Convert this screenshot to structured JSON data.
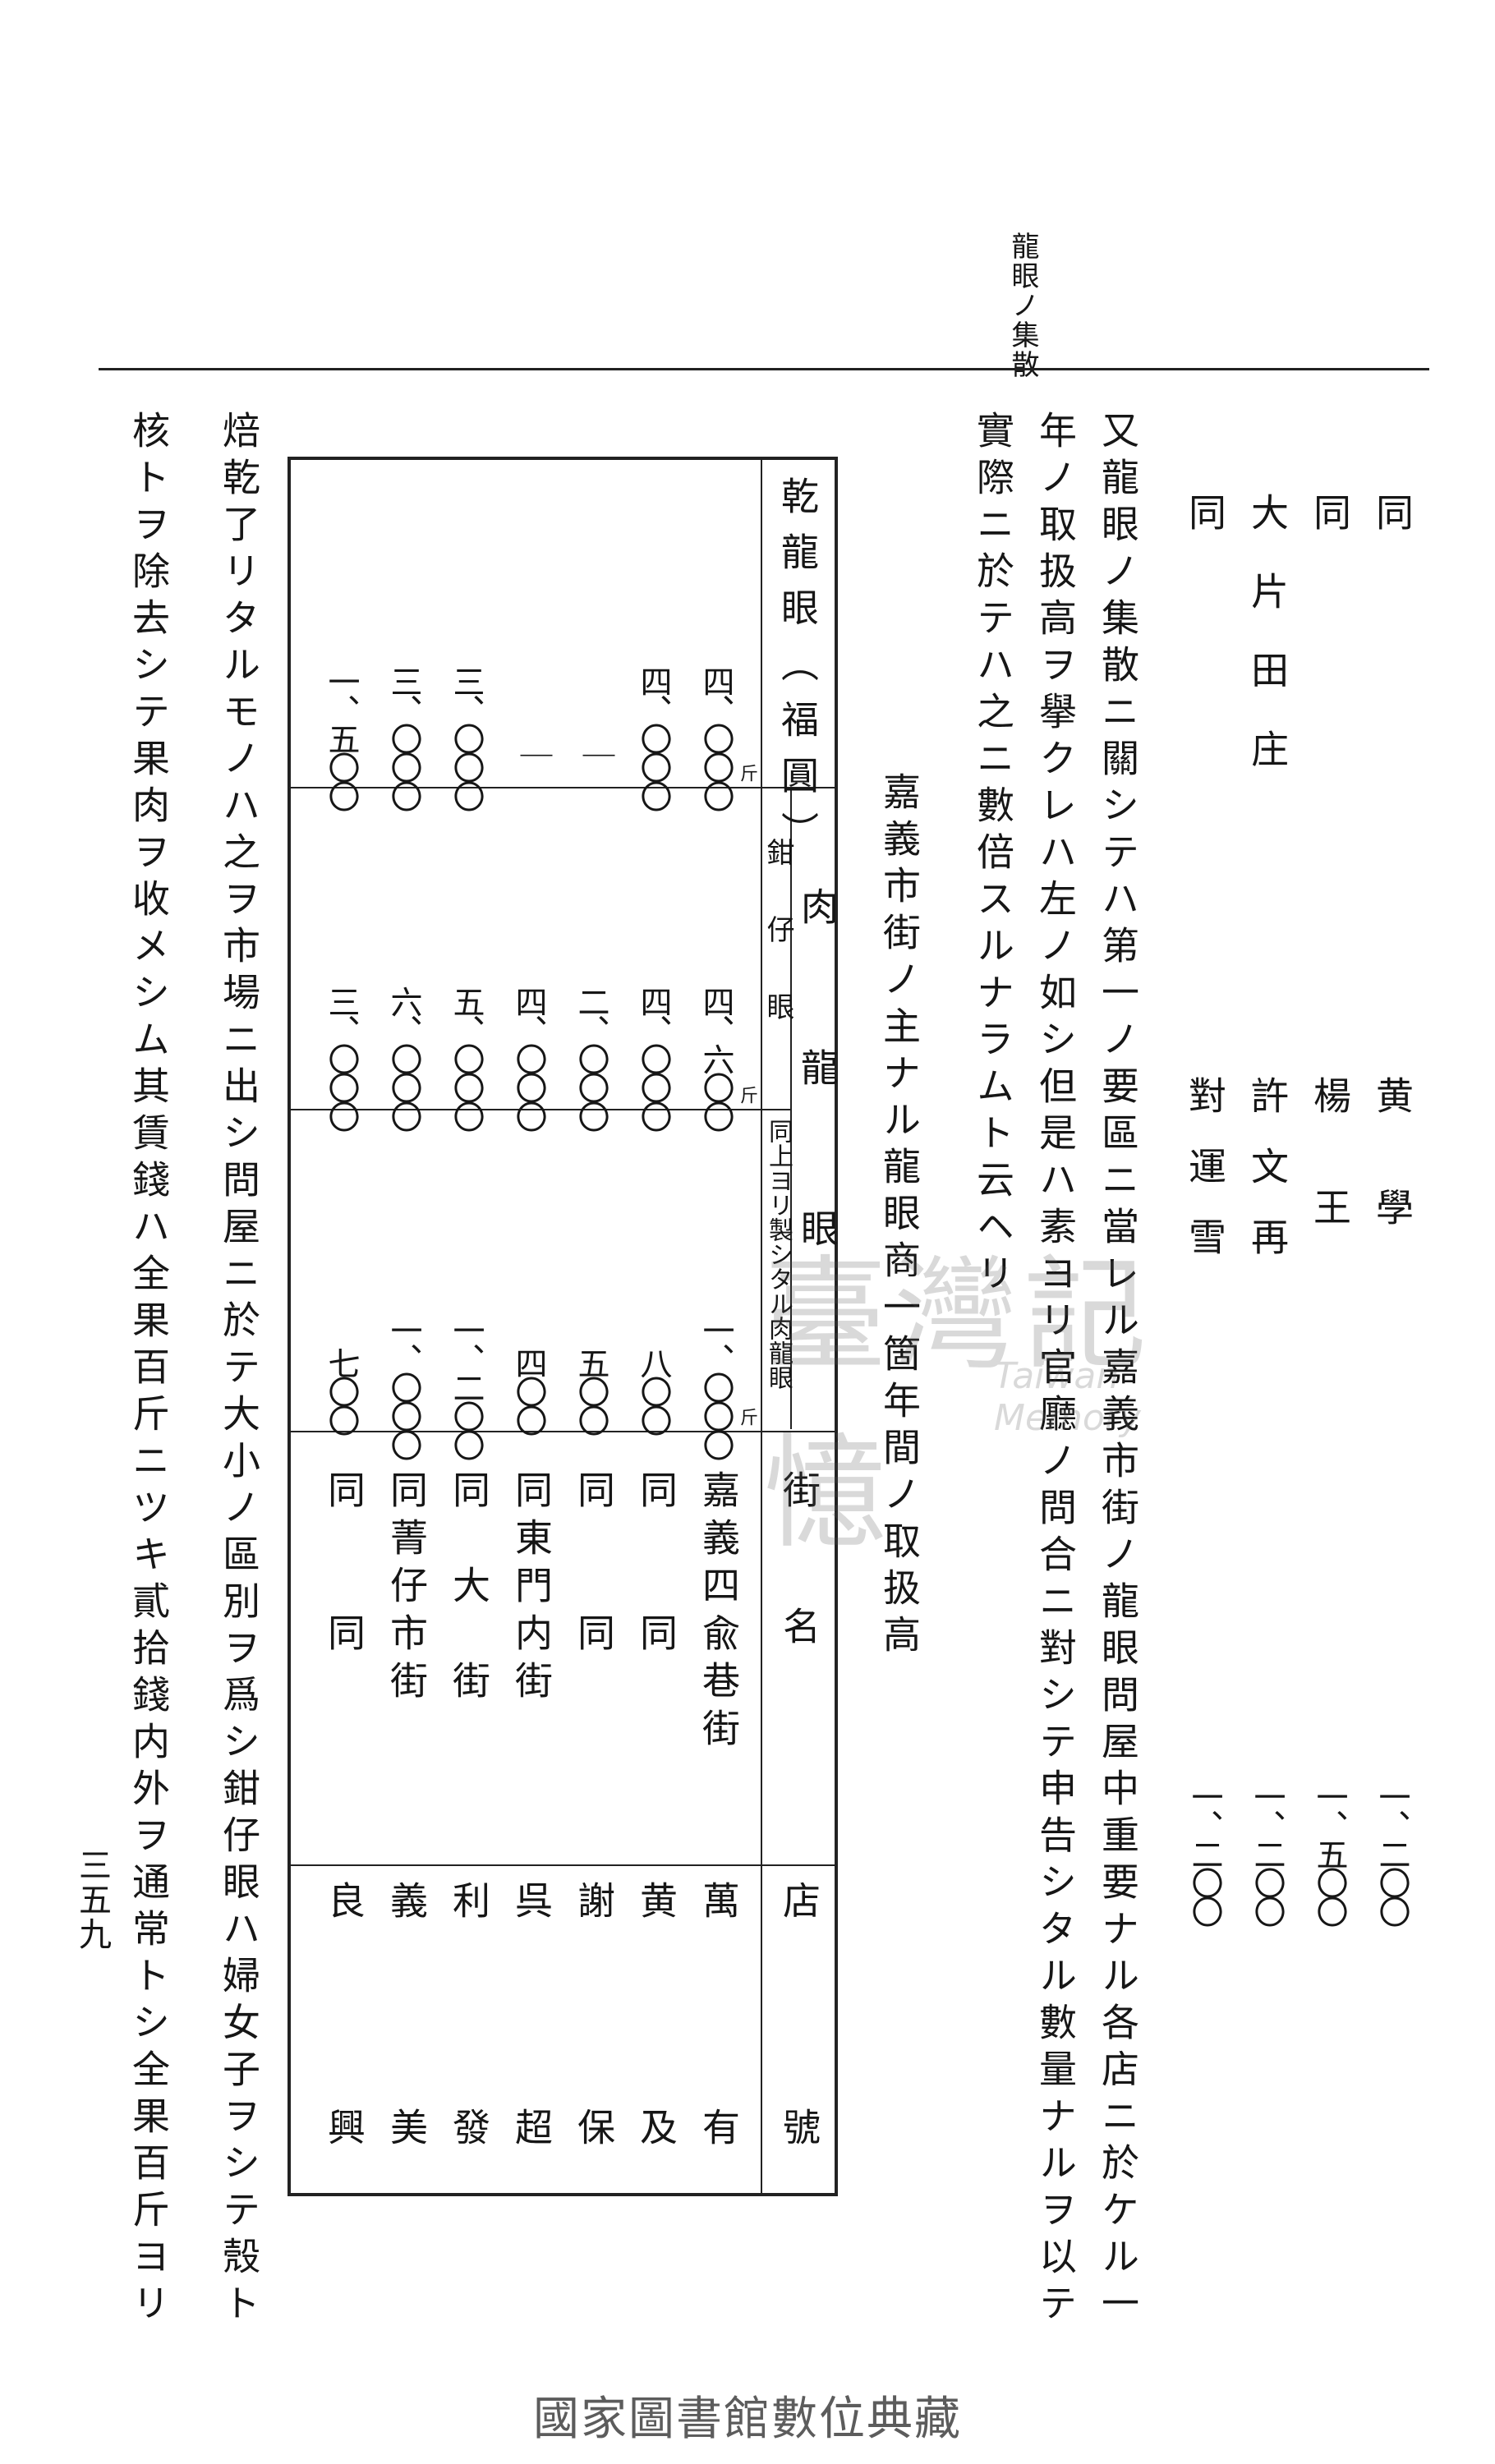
{
  "header": {
    "running_head": "龍眼ノ集散"
  },
  "top_list": [
    {
      "street": "同",
      "shop": "黄　學",
      "value": "一、二〇〇"
    },
    {
      "street": "同",
      "shop": "楊　王",
      "value": "一、五〇〇"
    },
    {
      "street": "大片田庄",
      "shop": "許文再",
      "value": "一、二〇〇"
    },
    {
      "street": "同",
      "shop": "對運雪",
      "value": "一、二〇〇"
    }
  ],
  "paragraph_lines": [
    "又龍眼ノ集散ニ關シテハ第一ノ要區ニ當レル嘉義市街ノ龍眼問屋中重要ナル各店ニ於ケル一",
    "年ノ取扱高ヲ擧クレハ左ノ如シ但是ハ素ヨリ官廳ノ問合ニ對シテ申告シタル數量ナルヲ以テ",
    "實際ニ於テハ之ニ數倍スルナラムト云ヘリ"
  ],
  "table_caption": "嘉義市街ノ主ナル龍眼商一箇年間ノ取扱高",
  "table": {
    "headers": {
      "dried": "乾龍眼（福圓）",
      "flesh_group": "肉龍眼",
      "kanezai": "鉗仔眼",
      "flesh_made": "同上ヨリ製シタル肉龍眼",
      "street": "街名",
      "shop": "店號",
      "unit": "斤"
    },
    "rows": [
      {
        "dried": "四、〇〇〇",
        "kanezai": "四、六〇〇",
        "flesh": "一、〇〇〇",
        "street": "嘉義四兪巷街",
        "shop": "萬有"
      },
      {
        "dried": "四、〇〇〇",
        "kanezai": "四、〇〇〇",
        "flesh": "八〇〇",
        "street": "同　　同",
        "shop": "黄及"
      },
      {
        "dried": "｜",
        "kanezai": "二、〇〇〇",
        "flesh": "五〇〇",
        "street": "同　　同",
        "shop": "謝保"
      },
      {
        "dried": "｜",
        "kanezai": "四、〇〇〇",
        "flesh": "四〇〇",
        "street": "同東門内街",
        "shop": "呉超"
      },
      {
        "dried": "三、〇〇〇",
        "kanezai": "五、〇〇〇",
        "flesh": "一、二〇〇",
        "street": "同　大　街",
        "shop": "利發"
      },
      {
        "dried": "三、〇〇〇",
        "kanezai": "六、〇〇〇",
        "flesh": "一、〇〇〇",
        "street": "同菁仔市街",
        "shop": "義美"
      },
      {
        "dried": "一、五〇〇",
        "kanezai": "三、〇〇〇",
        "flesh": "七〇〇",
        "street": "同　　同",
        "shop": "良興"
      }
    ]
  },
  "closing_lines": [
    "焙乾了リタルモノハ之ヲ市場ニ出シ問屋ニ於テ大小ノ區別ヲ爲シ鉗仔眼ハ婦女子ヲシテ殼ト",
    "核トヲ除去シテ果肉ヲ收メシム其賃錢ハ全果百斤ニツキ貳拾錢内外ヲ通常トシ全果百斤ヨリ"
  ],
  "page_number": "三五九",
  "watermark": {
    "cn": "臺灣記憶",
    "en": "Taiwan Memory"
  },
  "footer": "國家圖書館數位典藏"
}
